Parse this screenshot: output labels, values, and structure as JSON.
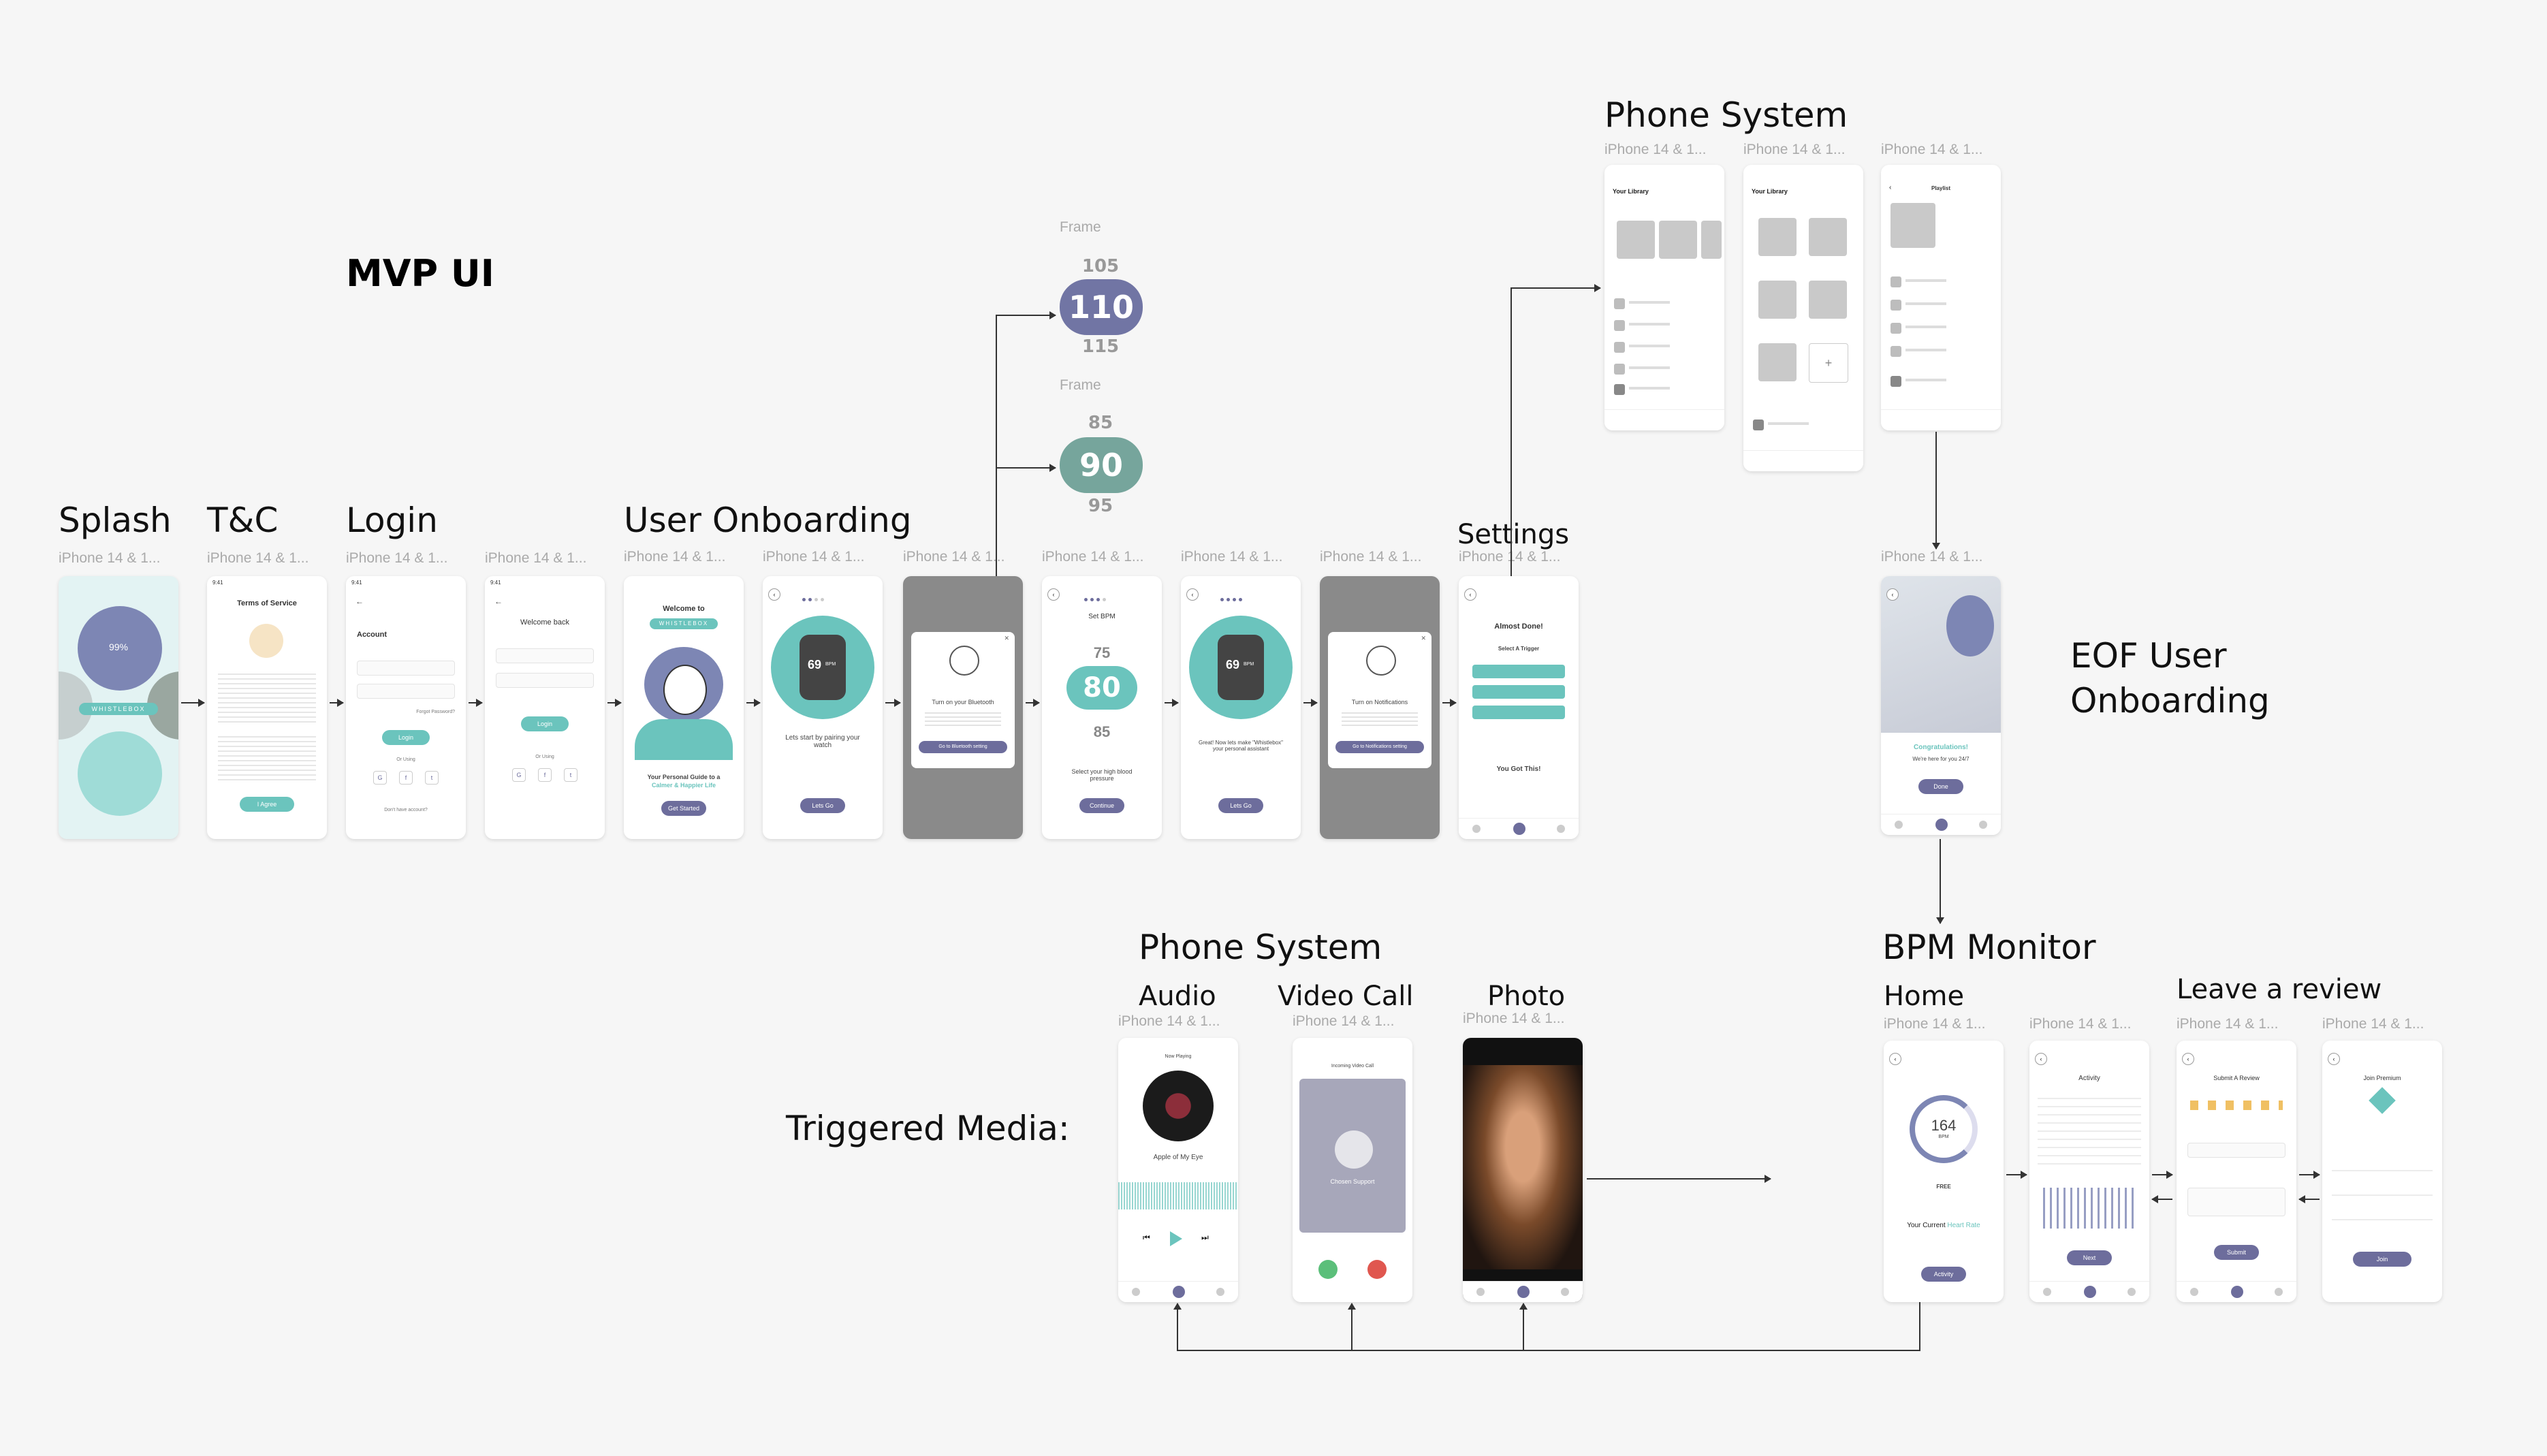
{
  "page_title": "MVP UI",
  "flow": {
    "splash": "Splash",
    "tc": "T&C",
    "login": "Login",
    "onboarding": "User Onboarding",
    "settings": "Settings",
    "phone_system_top": "Phone System",
    "eof": "EOF User Onboarding",
    "bpm_monitor": "BPM Monitor",
    "home": "Home",
    "review": "Leave a review",
    "triggered_media": "Triggered Media:",
    "phone_system_bottom": "Phone System",
    "audio": "Audio",
    "video_call": "Video Call",
    "photo": "Photo"
  },
  "frame_label": "iPhone 14 & 1...",
  "frame_word": "Frame",
  "picker_1": {
    "above": "105",
    "value": "110",
    "below": "115"
  },
  "picker_2": {
    "above": "85",
    "value": "90",
    "below": "95"
  },
  "screens": {
    "splash": {
      "percent": "99%",
      "brand": "WHISTLEBOX"
    },
    "tc": {
      "title": "Terms of Service",
      "button": "I Agree"
    },
    "signup": {
      "title": "Account",
      "forgot": "Forgot Password?",
      "button": "Login",
      "or": "Or Using",
      "footer": "Don't have account?"
    },
    "login": {
      "title": "Welcome back",
      "button": "Login",
      "or": "Or Using"
    },
    "welcome": {
      "title": "Welcome to",
      "brand": "WHISTLEBOX",
      "tagline": "Your Personal Guide to a",
      "tagline2": "Calmer & Happier Life",
      "button": "Get Started"
    },
    "pair": {
      "bpm": "69",
      "unit": "BPM",
      "text": "Lets start by pairing your watch",
      "button": "Lets Go"
    },
    "bluetooth": {
      "title": "Turn on your Bluetooth",
      "button": "Go to Bluetooth setting"
    },
    "setbpm": {
      "title": "Set BPM",
      "above": "75",
      "value": "80",
      "below": "85",
      "text": "Select your high blood pressure",
      "button": "Continue"
    },
    "great": {
      "bpm": "69",
      "unit": "BPM",
      "text": "Great! Now lets make \"Whistlebox\" your personal assistant",
      "button": "Lets Go"
    },
    "notif": {
      "title": "Turn on Notifications",
      "button": "Go to Notifications setting"
    },
    "settings": {
      "title": "Almost Done!",
      "sub": "Select A Trigger",
      "got": "You Got This!"
    },
    "eof": {
      "title": "Congratulations!",
      "sub": "We're here for you 24/7",
      "button": "Done"
    },
    "home": {
      "bpm": "164",
      "unit": "BPM",
      "free": "FREE",
      "current": "Your Current",
      "hr": "Heart Rate",
      "button": "Activity"
    },
    "activity": {
      "title": "Activity",
      "button": "Next"
    },
    "review": {
      "title": "Submit A Review",
      "button": "Submit"
    },
    "premium": {
      "title": "Join Premium",
      "button": "Join"
    },
    "audio": {
      "header": "Now Playing",
      "song": "Apple of My Eye"
    },
    "video": {
      "header": "Incoming Video Call",
      "caller": "Chosen Support"
    },
    "library": {
      "title": "Your Library"
    },
    "playlist": {
      "title": "Playlist"
    }
  },
  "colors": {
    "purple": "#6d6d9c",
    "teal": "#6bc4bd",
    "bg": "#f6f6f6"
  }
}
